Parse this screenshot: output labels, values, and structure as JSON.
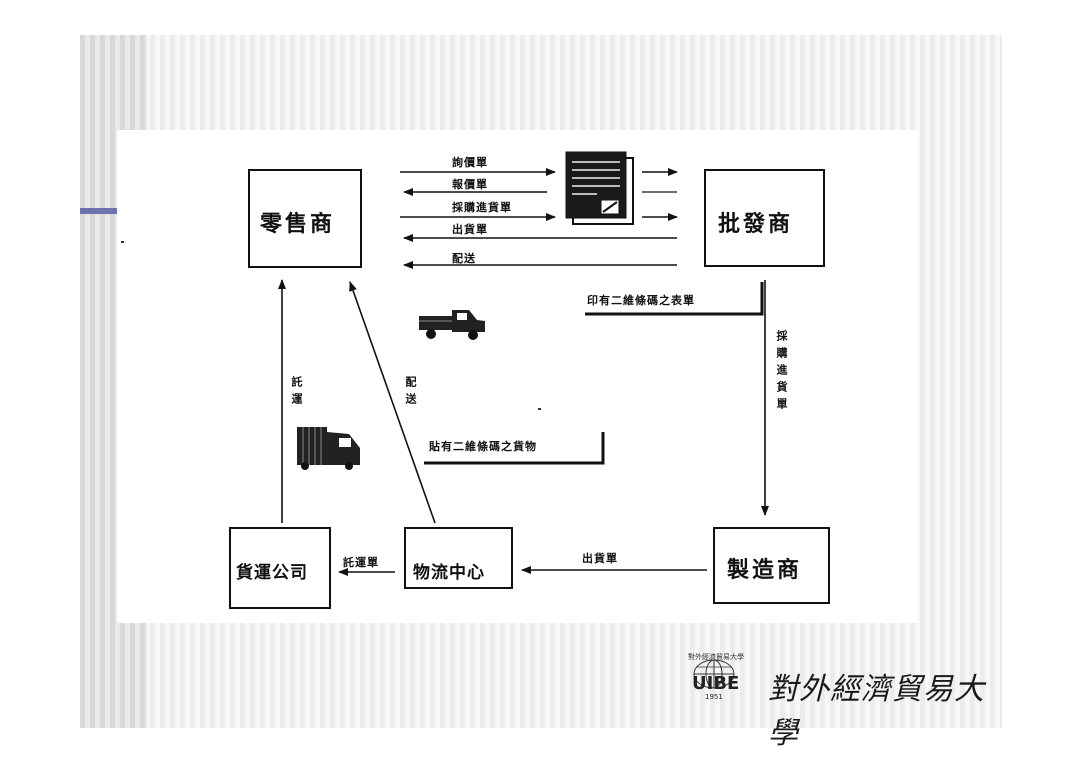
{
  "boxes": {
    "retailer": "零售商",
    "wholesaler": "批發商",
    "manufacturer": "製造商",
    "logistics_center": "物流中心",
    "freight_company": "貨運公司"
  },
  "flows": {
    "inquiry": "詢價單",
    "quote": "報價單",
    "purchase_order": "採購進貨單",
    "shipping_slip": "出貨單",
    "delivery": "配送",
    "printed_2d_barcode_form": "印有二維條碼之表單",
    "purchase_order_vertical": "採購進貨單",
    "shipping_slip_mfr": "出貨單",
    "consignment_note": "託運單",
    "labeled_goods": "貼有二維條碼之貨物",
    "delivery_vertical": "配送",
    "consignment_vertical": "託運"
  },
  "logo": {
    "abbr": "UIBE",
    "year": "1951",
    "arc_text": "對外經濟貿易大學",
    "university_name": "對外經濟貿易大學"
  },
  "colors": {
    "accent": "#6f73ad",
    "stripe_light": "#ececec",
    "stripe_dark": "#d8d8d8",
    "ink": "#111111"
  }
}
